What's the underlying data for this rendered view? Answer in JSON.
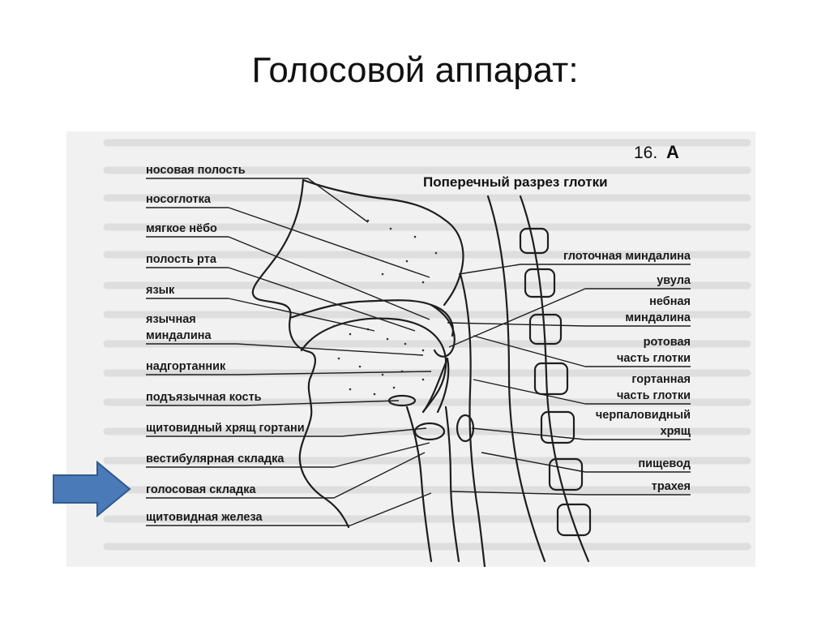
{
  "slide": {
    "title": "Голосовой аппарат:"
  },
  "figure": {
    "number": "16.",
    "letter": "А",
    "caption": "Поперечный разрез глотки",
    "labels_left": [
      "носовая полость",
      "носоглотка",
      "мягкое нёбо",
      "полость рта",
      "язык",
      "язычная",
      "миндалина",
      "надгортанник",
      "подъязычная кость",
      "щитовидный хрящ гортани",
      "вестибулярная складка",
      "голосовая складка",
      "щитовидная железа"
    ],
    "labels_right": [
      "глоточная миндалина",
      "увула",
      "небная",
      "миндалина",
      "ротовая",
      "часть глотки",
      "гортанная",
      "часть глотки",
      "черпаловидный",
      "хрящ",
      "пищевод",
      "трахея"
    ]
  },
  "colors": {
    "arrow_fill": "#4a7ab8",
    "arrow_stroke": "#2f5a8f"
  },
  "icons": {
    "arrow": "right-arrow-icon"
  }
}
